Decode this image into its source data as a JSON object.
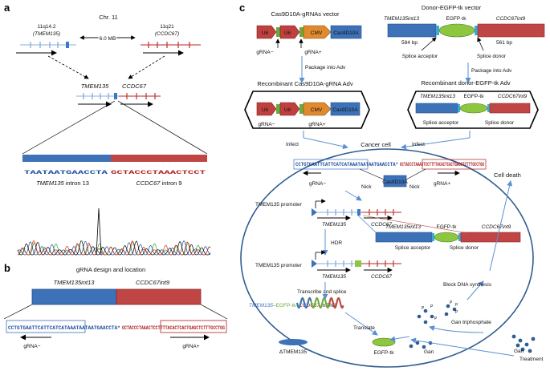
{
  "panels": {
    "a": {
      "label": "a",
      "chromosome": "Chr. 11",
      "locus_left": "11q14.2",
      "gene_left": "(TMEM135)",
      "locus_right": "11q21",
      "gene_right": "(CCDC67)",
      "distance": "6.0 MB",
      "fusion_left": "TMEM135",
      "fusion_right": "CCDC67",
      "sequence_left": "TAATAATGAACCTA",
      "sequence_right": "GCTACCCTAAACTCCT",
      "intron_left_gene": "TMEM135",
      "intron_left": "intron 13",
      "intron_right_gene": "CCDC67",
      "intron_right": "intron 9"
    },
    "b": {
      "label": "b",
      "title": "gRNA design and location",
      "left_gene": "TMEM135int13",
      "right_gene": "CCDC67int9",
      "sequence_left": "CCTGTGAATTCATTCATCATAAATAATAATGAACCTA*",
      "sequence_right": "GCTACCCTAAACTCCTTTTACACTCACTGAGCTCTTTGCCTGG",
      "gRNA_minus": "gRNA−",
      "gRNA_plus": "gRNA+"
    },
    "c": {
      "label": "c",
      "cas9_vector_title": "Cas9D10A-gRNAs vector",
      "u6": "U6",
      "cmv": "CMV",
      "cas9": "Cas9D10A",
      "gRNA_minus": "gRNA−",
      "gRNA_plus": "gRNA+",
      "package": "Package into Adv",
      "cas9_adv_title": "Recombinant Cas9D10A-gRNA Adv",
      "donor_vector_title": "Donor-EGFP-tk vector",
      "tmem_int": "TMEM135int13",
      "ccdc_int": "CCDC67int9",
      "egfp_tk": "EGFP-tk",
      "arm_left": "584 bp",
      "arm_right": "561 bp",
      "splice_acceptor": "Splice acceptor",
      "splice_donor": "Splice donor",
      "donor_adv_title": "Recombinant donor-EGFP-tk Adv",
      "infect": "Infect",
      "cancer_cell": "Cancer cell",
      "nick": "Nick",
      "promoter": "TMEM135 promoter",
      "tmem": "TMEM135",
      "ccdc": "CCDC67",
      "hdr": "HDR",
      "transcribe": "Transcribe and splice",
      "mrna_tmem": "TMEM135",
      "mrna_egfp": "–EGFP-tk–",
      "mrna_ccdc": "CCDC67",
      "mrna_suffix": " mRNA",
      "translate": "Translate",
      "delta_tmem": "ΔTMEM135",
      "gan_triphosphate": "Gan triphosphate",
      "gan": "Gan",
      "block": "Block DNA synthesis",
      "cell_death": "Cell death",
      "treatment": "Treatment",
      "phosphate": "P"
    }
  },
  "colors": {
    "tmem_blue": "#3d72b8",
    "ccdc_red": "#c04545",
    "egfp_green": "#8dc63f",
    "arrow_blue": "#5b8fd0"
  }
}
